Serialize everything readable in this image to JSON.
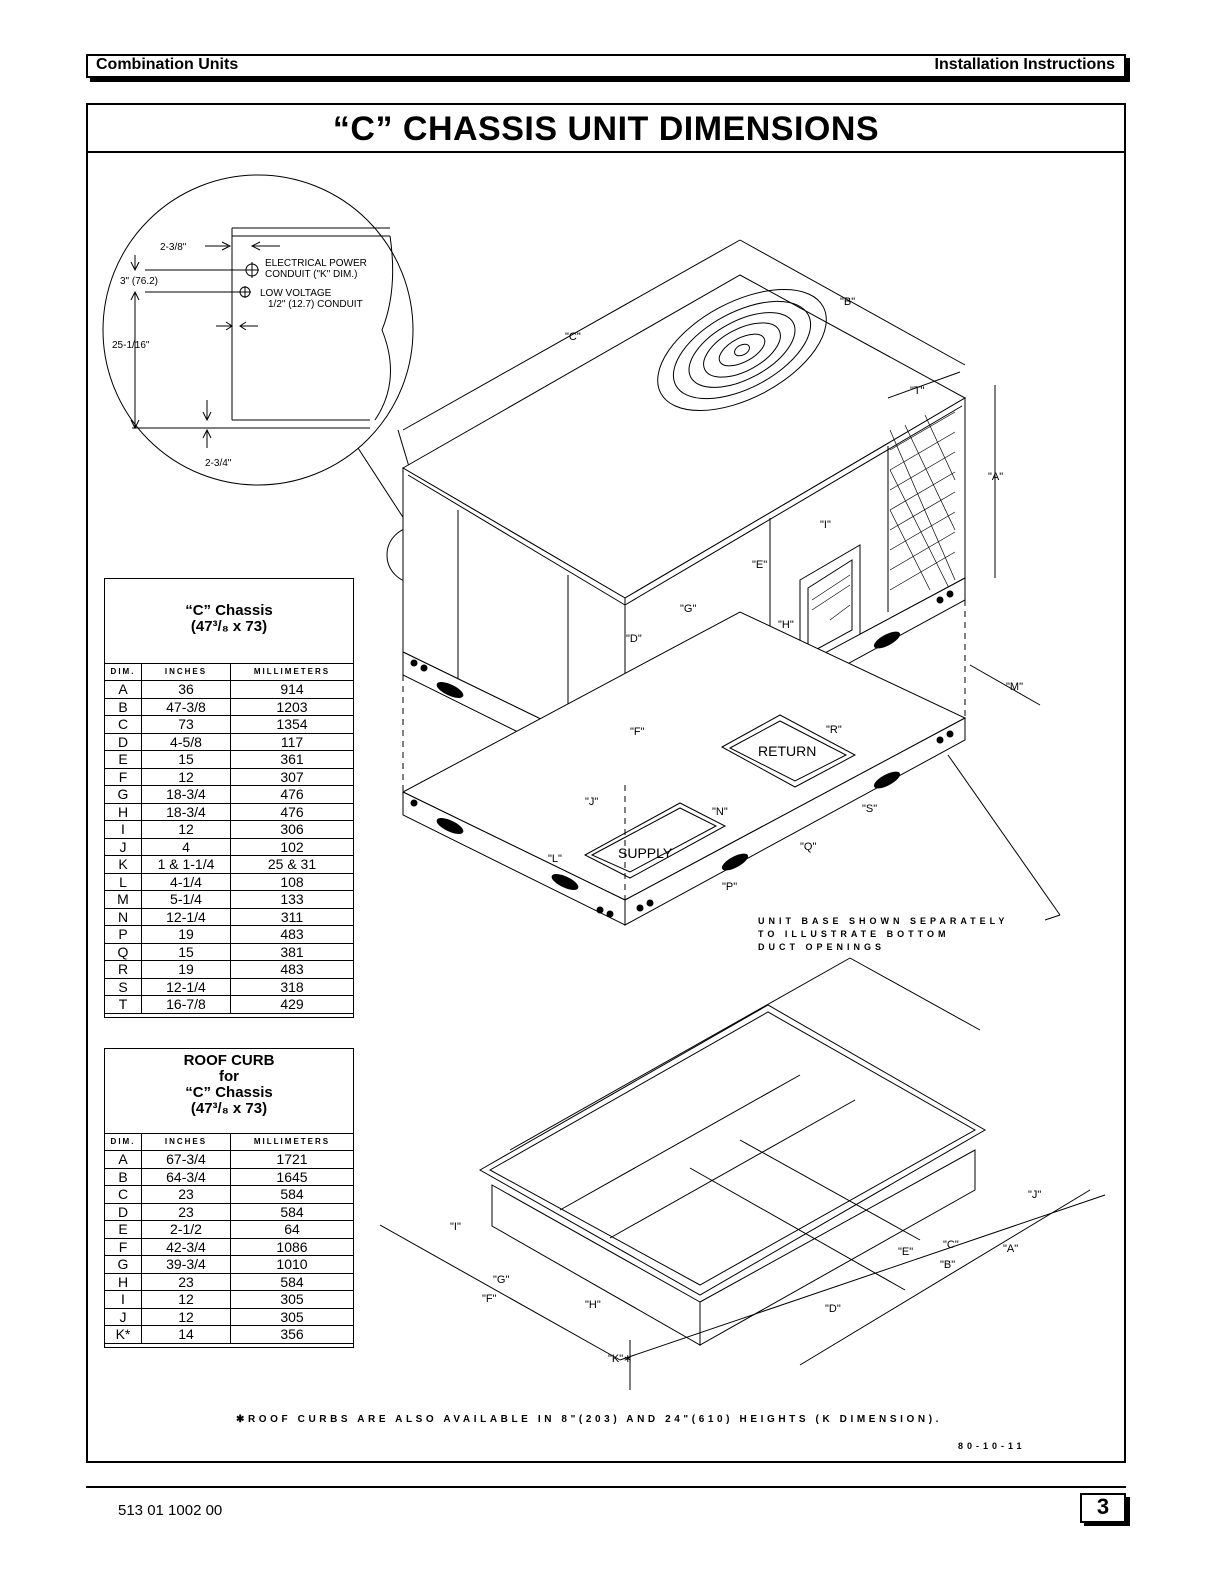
{
  "header": {
    "left": "Combination Units",
    "right": "Installation Instructions"
  },
  "title": "“C” CHASSIS UNIT DIMENSIONS",
  "detail": {
    "d1": "2-3/8\"",
    "d2": "3\" (76.2)",
    "d3": "25-1/16\"",
    "d4": "2-3/4\"",
    "elec1": "ELECTRICAL POWER",
    "elec2": "CONDUIT (\"K\" DIM.)",
    "low1": "LOW VOLTAGE",
    "low2": "1/2\" (12.7) CONDUIT"
  },
  "chassis_table": {
    "title1": "“C” Chassis",
    "title2": "(47³/₈ x 73)",
    "headers": [
      "DIM.",
      "INCHES",
      "MILLIMETERS"
    ],
    "rows": [
      [
        "A",
        "36",
        "914"
      ],
      [
        "B",
        "47-3/8",
        "1203"
      ],
      [
        "C",
        "73",
        "1354"
      ],
      [
        "D",
        "4-5/8",
        "117"
      ],
      [
        "E",
        "15",
        "361"
      ],
      [
        "F",
        "12",
        "307"
      ],
      [
        "G",
        "18-3/4",
        "476"
      ],
      [
        "H",
        "18-3/4",
        "476"
      ],
      [
        "I",
        "12",
        "306"
      ],
      [
        "J",
        "4",
        "102"
      ],
      [
        "K",
        "1 & 1-1/4",
        "25 & 31"
      ],
      [
        "L",
        "4-1/4",
        "108"
      ],
      [
        "M",
        "5-1/4",
        "133"
      ],
      [
        "N",
        "12-1/4",
        "311"
      ],
      [
        "P",
        "19",
        "483"
      ],
      [
        "Q",
        "15",
        "381"
      ],
      [
        "R",
        "19",
        "483"
      ],
      [
        "S",
        "12-1/4",
        "318"
      ],
      [
        "T",
        "16-7/8",
        "429"
      ]
    ]
  },
  "curb_table": {
    "title1": "ROOF CURB",
    "title2": "for",
    "title3": "“C” Chassis",
    "title4": "(47³/₈ x 73)",
    "headers": [
      "DIM.",
      "INCHES",
      "MILLIMETERS"
    ],
    "rows": [
      [
        "A",
        "67-3/4",
        "1721"
      ],
      [
        "B",
        "64-3/4",
        "1645"
      ],
      [
        "C",
        "23",
        "584"
      ],
      [
        "D",
        "23",
        "584"
      ],
      [
        "E",
        "2-1/2",
        "64"
      ],
      [
        "F",
        "42-3/4",
        "1086"
      ],
      [
        "G",
        "39-3/4",
        "1010"
      ],
      [
        "H",
        "23",
        "584"
      ],
      [
        "I",
        "12",
        "305"
      ],
      [
        "J",
        "12",
        "305"
      ],
      [
        "K*",
        "14",
        "356"
      ]
    ]
  },
  "unit_labels": {
    "A": "\"A\"",
    "B": "\"B\"",
    "C": "\"C\"",
    "D": "\"D\"",
    "E": "\"E\"",
    "F": "\"F\"",
    "G": "\"G\"",
    "H": "\"H\"",
    "I": "\"I\"",
    "J": "\"J\"",
    "L": "\"L\"",
    "M": "\"M\"",
    "N": "\"N\"",
    "P": "\"P\"",
    "Q": "\"Q\"",
    "R": "\"R\"",
    "S": "\"S\"",
    "T": "\"T\"",
    "return": "RETURN",
    "supply": "SUPPLY"
  },
  "unit_base_note": [
    "UNIT BASE SHOWN SEPARATELY",
    "TO ILLUSTRATE BOTTOM",
    "DUCT OPENINGS"
  ],
  "curb_labels": {
    "A": "\"A\"",
    "B": "\"B\"",
    "C": "\"C\"",
    "D": "\"D\"",
    "E": "\"E\"",
    "F": "\"F\"",
    "G": "\"G\"",
    "H": "\"H\"",
    "I": "\"I\"",
    "J": "\"J\"",
    "K": "\"K\"∗"
  },
  "footnote": "✱ROOF CURBS ARE ALSO AVAILABLE IN 8\"(203) AND 24\"(610) HEIGHTS (K DIMENSION).",
  "drawing_code": "80-10-11",
  "footer": {
    "part_number": "513 01 1002 00",
    "page": "3"
  }
}
